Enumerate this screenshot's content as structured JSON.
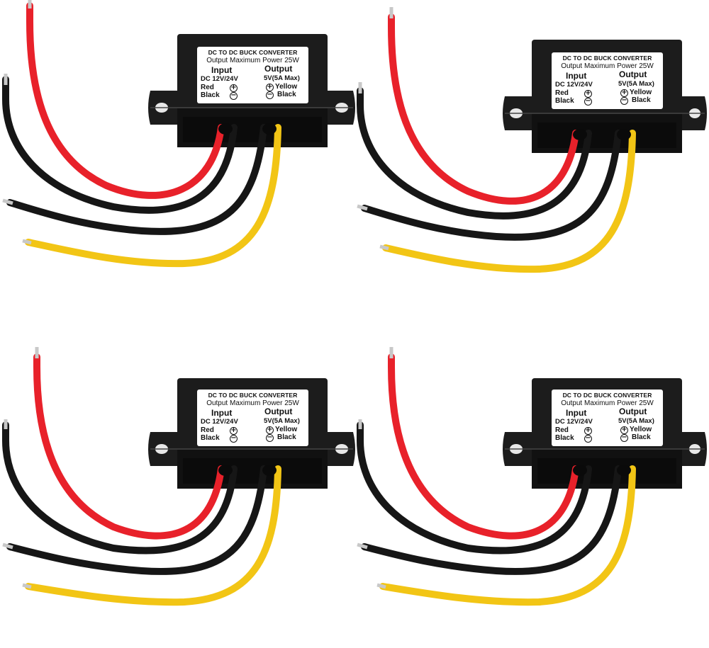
{
  "label": {
    "title": "DC TO DC BUCK CONVERTER",
    "subtitle": "Output Maximum Power 25W",
    "input_heading": "Input",
    "output_heading": "Output",
    "input_voltage": "DC 12V/24V",
    "output_voltage": "5V(5A Max)",
    "input_positive": "Red",
    "input_negative": "Black",
    "output_positive": "Yellow",
    "output_negative": "Black",
    "plus_symbol": "+",
    "minus_symbol": "−"
  },
  "colors": {
    "background": "#ffffff",
    "housing": "#1c1c1c",
    "housing_shadow": "#0b0b0b",
    "wire_red": "#e8212a",
    "wire_black": "#161616",
    "wire_yellow": "#f2c515",
    "wire_tip": "#c8c8c8",
    "label_card": "#ffffff"
  },
  "units": [
    {
      "id": "converter-1"
    },
    {
      "id": "converter-2"
    },
    {
      "id": "converter-3"
    },
    {
      "id": "converter-4"
    }
  ]
}
